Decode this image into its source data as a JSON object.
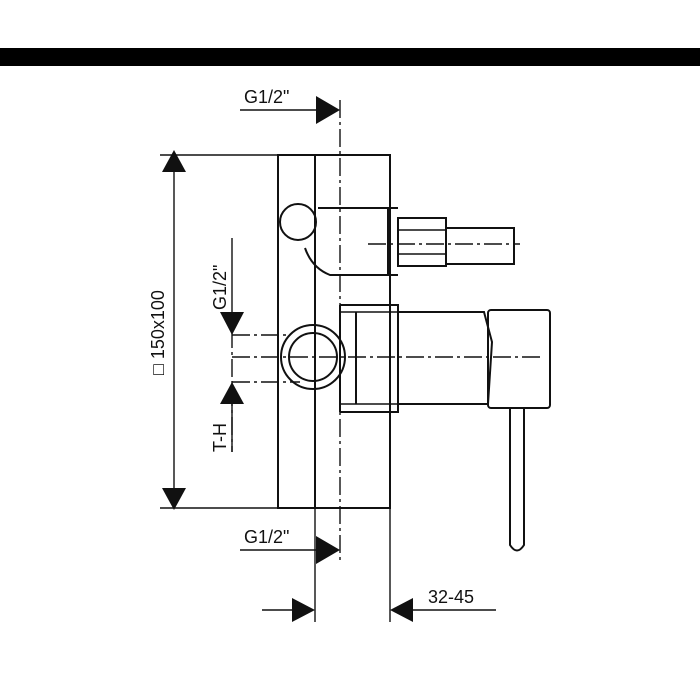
{
  "diagram": {
    "labels": {
      "inlet_top": "G1/2\"",
      "inlet_bottom": "G1/2\"",
      "outlet_left": "G1/2\"",
      "plate_size": "□ 150x100",
      "depth_range": "32-45",
      "outlet_marker": "T-H"
    },
    "colors": {
      "line": "#111111",
      "background": "#ffffff",
      "top_band": "#000000"
    }
  }
}
